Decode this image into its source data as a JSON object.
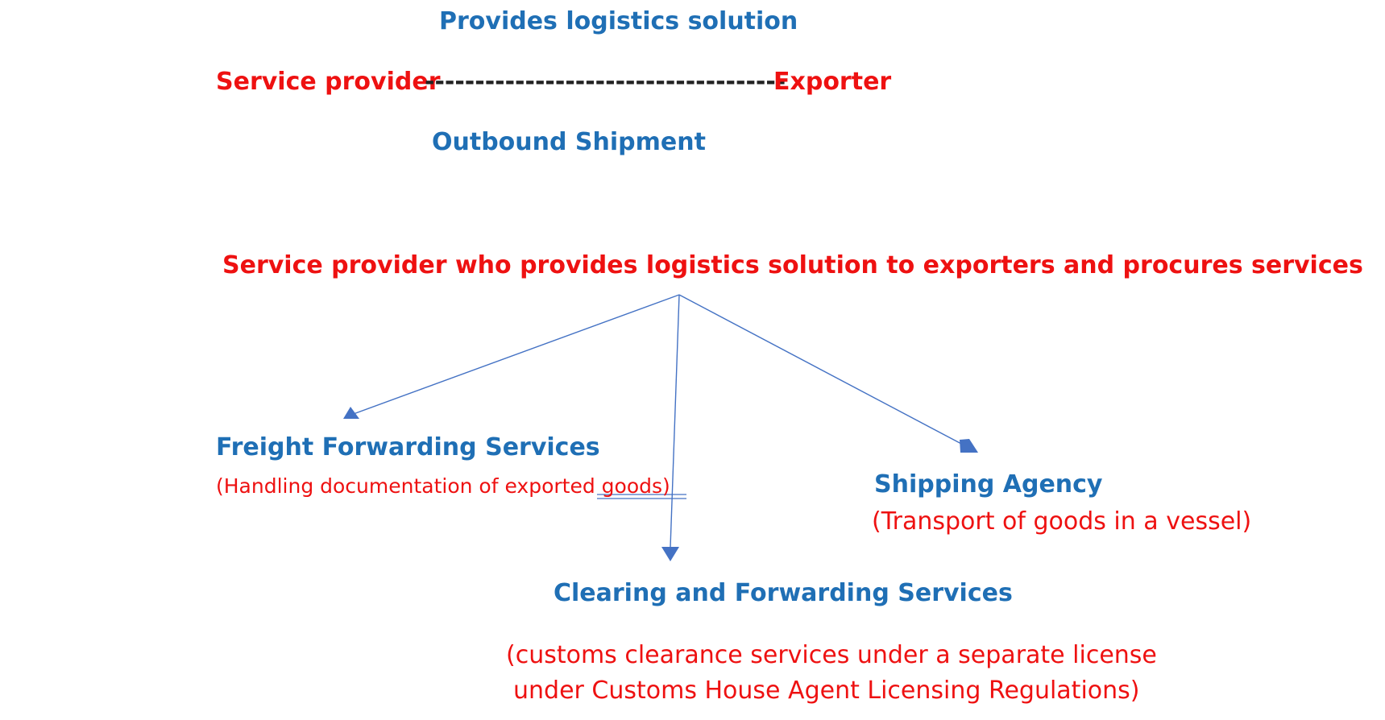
{
  "colors": {
    "heading_blue": "#1f6fb5",
    "accent_red": "#ee1111",
    "connector_blue": "#4472c4"
  },
  "relationship": {
    "top_label": "Provides logistics solution",
    "left_party": "Service provider",
    "connector_dashes": "------------------------------------",
    "right_party": "Exporter",
    "bottom_label": "Outbound Shipment"
  },
  "tree": {
    "root": "Service provider who provides logistics solution to exporters and procures services",
    "branches": {
      "freight": {
        "title": "Freight Forwarding Services",
        "description": "(Handling documentation of exported goods)"
      },
      "shipping": {
        "title": "Shipping Agency",
        "description": "(Transport of goods in a vessel)"
      },
      "clearing": {
        "title": "Clearing and Forwarding Services",
        "description_line1": "(customs clearance services under a separate license",
        "description_line2": "under Customs House Agent Licensing Regulations)"
      }
    }
  }
}
